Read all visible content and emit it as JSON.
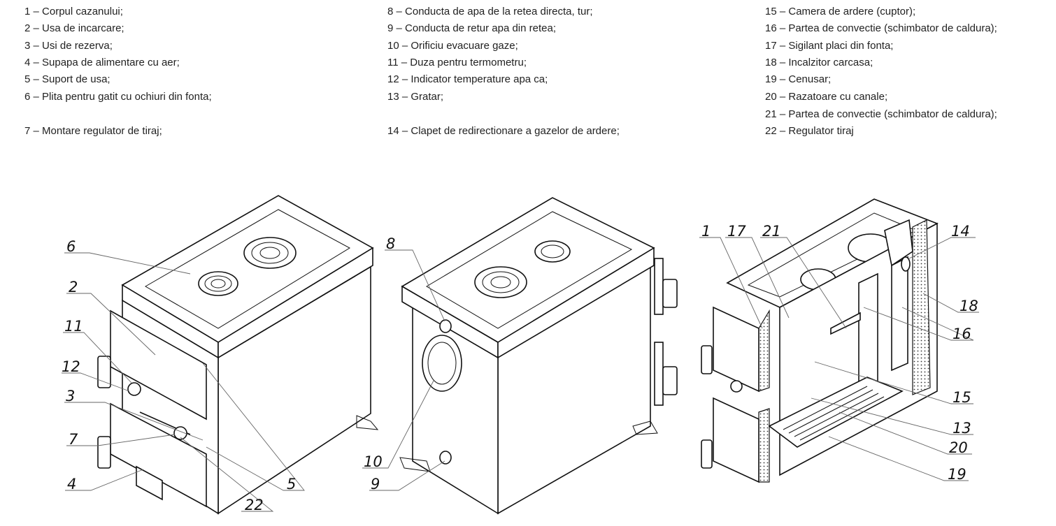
{
  "legend": {
    "col1": [
      "1 – Corpul cazanului;",
      "2 – Usa de incarcare;",
      "3 – Usi de rezerva;",
      "4 – Supapa de alimentare cu aer;",
      "5 – Suport de usa;",
      "6 – Plita pentru gatit cu ochiuri din fonta;",
      "7 – Montare regulator de tiraj;"
    ],
    "col2": [
      "8 – Conducta de apa de la retea directa, tur;",
      "9 – Conducta de retur apa din retea;",
      "10 – Orificiu evacuare gaze;",
      "11 – Duza pentru termometru;",
      "12 – Indicator temperature apa ca;",
      "13 – Gratar;",
      "14 – Clapet de redirectionare a gazelor de ardere;"
    ],
    "col3": [
      "15 – Camera de ardere (cuptor);",
      "16 – Partea de convectie (schimbator de caldura);",
      "17 – Sigilant placi din fonta;",
      "18 – Incalzitor carcasa;",
      "19 – Cenusar;",
      "20 – Razatoare cu canale;",
      "21 – Partea de convectie (schimbator de caldura);",
      "22 – Regulator tiraj"
    ]
  },
  "callouts": {
    "n1": "1",
    "n2": "2",
    "n3": "3",
    "n4": "4",
    "n5": "5",
    "n6": "6",
    "n7": "7",
    "n8": "8",
    "n9": "9",
    "n10": "10",
    "n11": "11",
    "n12": "12",
    "n13": "13",
    "n14": "14",
    "n15": "15",
    "n16": "16",
    "n17": "17",
    "n18": "18",
    "n19": "19",
    "n20": "20",
    "n21": "21",
    "n22": "22"
  }
}
